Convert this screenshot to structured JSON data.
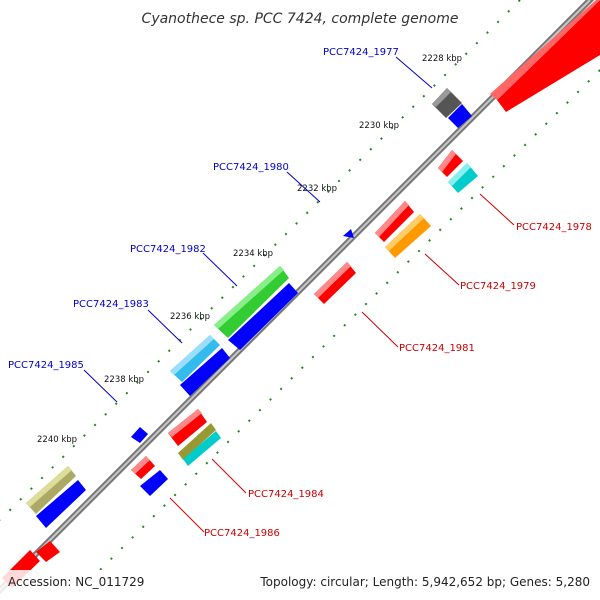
{
  "map": {
    "title": "Cyanothece sp. PCC 7424, complete genome",
    "accession": "Accession: NC_011729",
    "summary": "Topology: circular; Length: 5,942,652 bp; Genes: 5,280"
  },
  "ticks": [
    "2228 kbp",
    "2230 kbp",
    "2232 kbp",
    "2234 kbp",
    "2236 kbp",
    "2238 kbp",
    "2240 kbp"
  ],
  "gene_labels": {
    "forward_color": "#0000cc",
    "reverse_color": "#cc0000",
    "g1977": "PCC7424_1977",
    "g1978": "PCC7424_1978",
    "g1979": "PCC7424_1979",
    "g1980": "PCC7424_1980",
    "g1981": "PCC7424_1981",
    "g1982": "PCC7424_1982",
    "g1983": "PCC7424_1983",
    "g1984": "PCC7424_1984",
    "g1985": "PCC7424_1985",
    "g1986": "PCC7424_1986"
  },
  "colors": {
    "backbone": "#8a8a8a",
    "red": "#ff0000",
    "blue": "#0000ff",
    "green": "#33cc33",
    "cyan": "#00cccc",
    "orange": "#ff9900",
    "gray": "#666666",
    "olive": "#999933",
    "khaki": "#bbbb77",
    "skyblue": "#33bbee",
    "dots": "#228822"
  }
}
